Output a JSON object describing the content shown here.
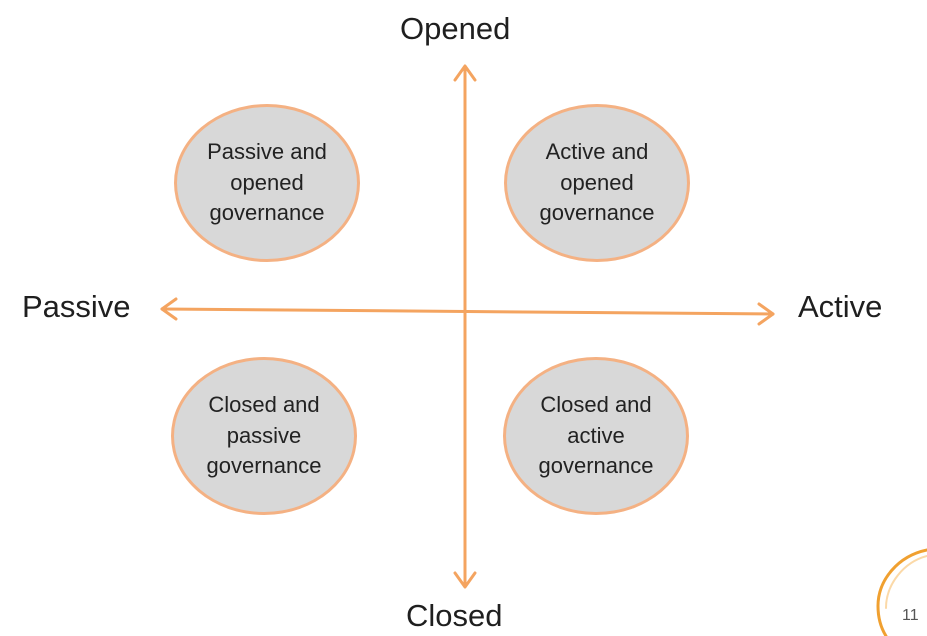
{
  "axes": {
    "top": "Opened",
    "bottom": "Closed",
    "left": "Passive",
    "right": "Active"
  },
  "quadrants": {
    "top_left": "Passive and opened governance",
    "top_right": "Active and opened governance",
    "bottom_left": "Closed and passive governance",
    "bottom_right": "Closed and active governance"
  },
  "page_number": "11",
  "colors": {
    "arrow": "#f4a460",
    "ellipse_fill": "#d8d8d8",
    "ellipse_border": "#f4b183",
    "accent_arc": "#f0a030"
  }
}
